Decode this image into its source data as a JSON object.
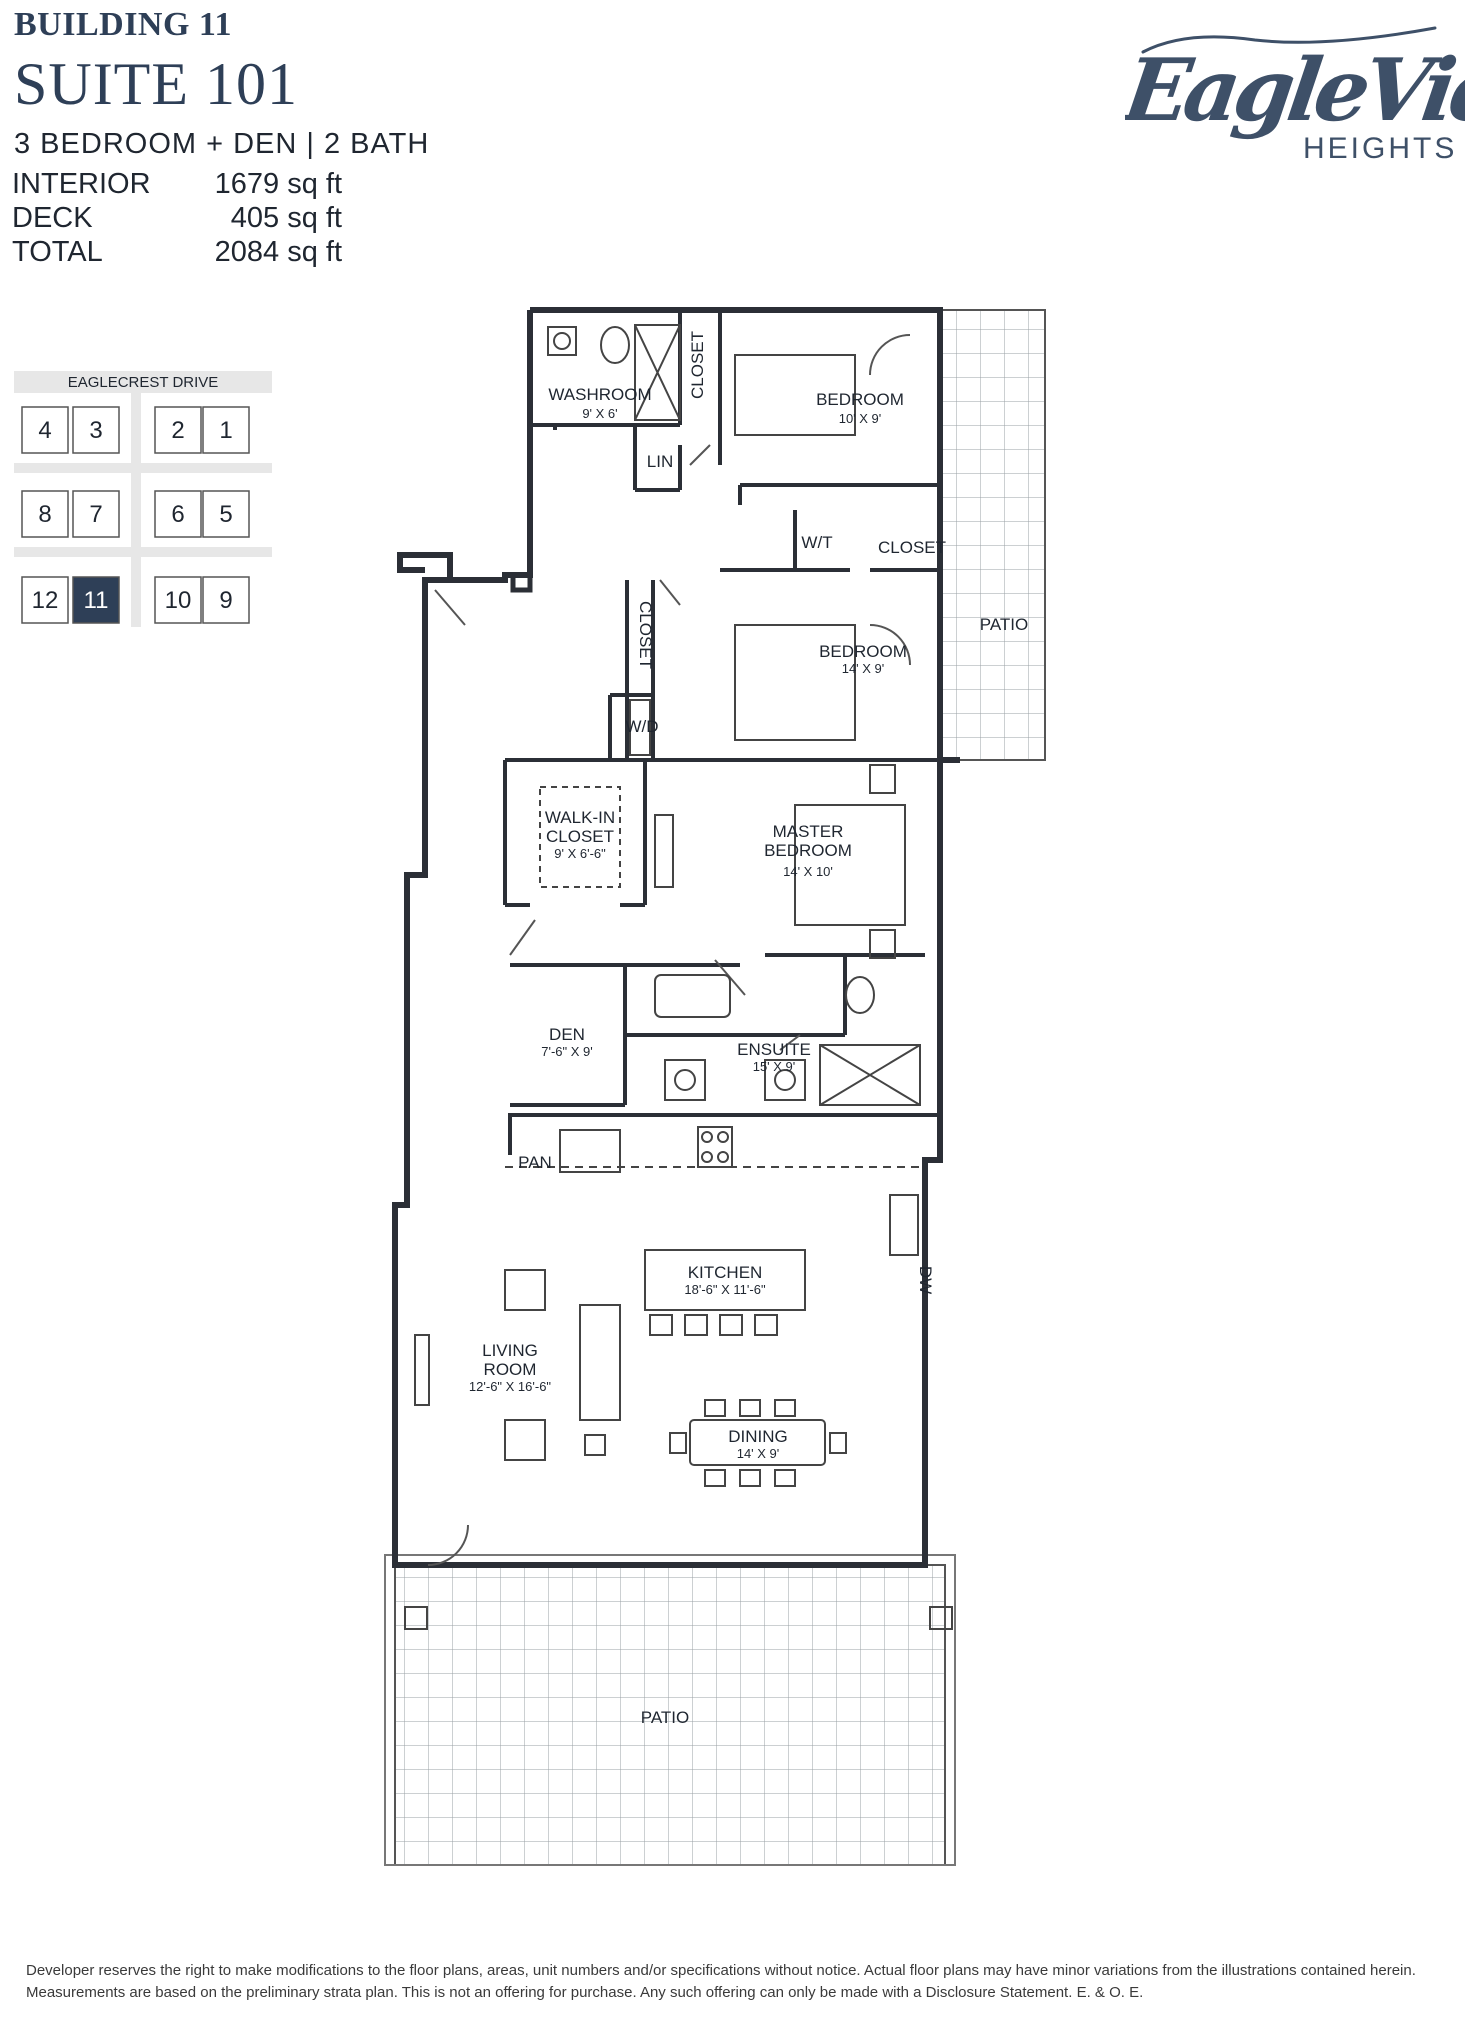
{
  "header": {
    "building": "BUILDING 11",
    "suite": "SUITE 101",
    "config": "3 BEDROOM + DEN | 2 BATH"
  },
  "areas": [
    {
      "label": "INTERIOR",
      "value": "1679 sq ft"
    },
    {
      "label": "DECK",
      "value": "405 sq ft"
    },
    {
      "label": "TOTAL",
      "value": "2084 sq ft"
    }
  ],
  "logo": {
    "script": "EagleView",
    "sub": "HEIGHTS"
  },
  "keyplan": {
    "street": "EAGLECREST DRIVE",
    "units": [
      "4",
      "3",
      "2",
      "1",
      "8",
      "7",
      "6",
      "5",
      "12",
      "11",
      "10",
      "9"
    ],
    "selected": "11",
    "selected_color": "#2e3f57"
  },
  "rooms": {
    "washroom": {
      "name": "WASHROOM",
      "dim": "9' X 6'"
    },
    "closet_top": {
      "name": "CLOSET"
    },
    "bedroom1": {
      "name": "BEDROOM",
      "dim": "10' X 9'"
    },
    "lin": {
      "name": "LIN"
    },
    "wt": {
      "name": "W/T"
    },
    "closet_mid": {
      "name": "CLOSET"
    },
    "patio_side": {
      "name": "PATIO"
    },
    "closet_vert": {
      "name": "CLOSET"
    },
    "bedroom2": {
      "name": "BEDROOM",
      "dim": "14' X 9'"
    },
    "wd": {
      "name": "W/D"
    },
    "walkin": {
      "name1": "WALK-IN",
      "name2": "CLOSET",
      "dim": "9' X 6'-6\""
    },
    "master": {
      "name1": "MASTER",
      "name2": "BEDROOM",
      "dim": "14' X 10'"
    },
    "den": {
      "name": "DEN",
      "dim": "7'-6\" X 9'"
    },
    "ensuite": {
      "name": "ENSUITE",
      "dim": "15' X 9'"
    },
    "pan": {
      "name": "PAN"
    },
    "kitchen": {
      "name": "KITCHEN",
      "dim": "18'-6\" X 11'-6\""
    },
    "dw": {
      "name": "DW"
    },
    "living": {
      "name1": "LIVING",
      "name2": "ROOM",
      "dim": "12'-6\" X 16'-6\""
    },
    "dining": {
      "name": "DINING",
      "dim": "14' X 9'"
    },
    "patio_main": {
      "name": "PATIO"
    }
  },
  "colors": {
    "wall": "#2b2f36",
    "accent": "#2e3f57"
  },
  "disclaimer": {
    "line1": "Developer reserves the right to make modifications to the floor plans, areas, unit numbers and/or specifications without notice. Actual floor plans may have minor variations from the illustrations contained herein.",
    "line2": "Measurements are based on the preliminary strata plan. This is not an offering for purchase. Any such offering can only be made with a Disclosure Statement. E. & O. E."
  }
}
